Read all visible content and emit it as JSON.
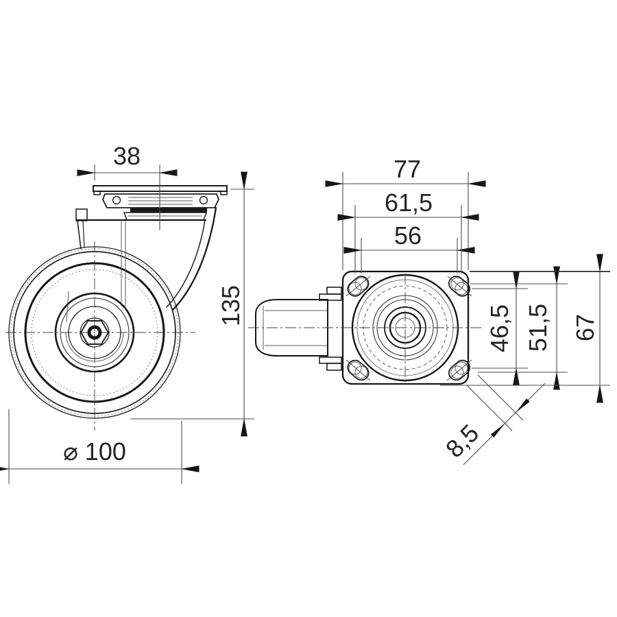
{
  "drawing": {
    "kind": "caster-technical-drawing",
    "background_color": "#ffffff",
    "line_color": "#161616",
    "dimension_line_color": "#4a4a4a",
    "dimensions": {
      "swivel_offset": "38",
      "overall_height": "135",
      "wheel_diameter": "⌀ 100",
      "plate_width": "77",
      "hole_pitch_wide": "61,5",
      "hole_pitch_narrow": "56",
      "hole_pitch_vert_narrow": "46,5",
      "hole_pitch_vert_wide": "51,5",
      "plate_depth": "67",
      "bolt_hole_width": "8,5"
    }
  }
}
